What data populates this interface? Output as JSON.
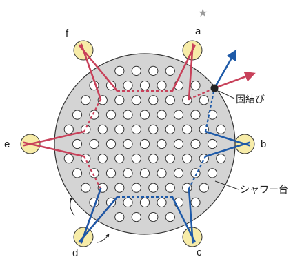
{
  "peg_labels": {
    "a": "a",
    "b": "b",
    "c": "c",
    "d": "d",
    "e": "e",
    "f": "f"
  },
  "annotations": {
    "knot": "固結び",
    "base": "シャワー台"
  },
  "star_glyph": "★",
  "colors": {
    "red": "#c8415a",
    "blue": "#1e5aa8",
    "base_fill": "#d4d4d4",
    "peg_fill": "#f7eca8",
    "hole_fill": "#ffffff",
    "outline": "#333333",
    "knot": "#222222"
  }
}
